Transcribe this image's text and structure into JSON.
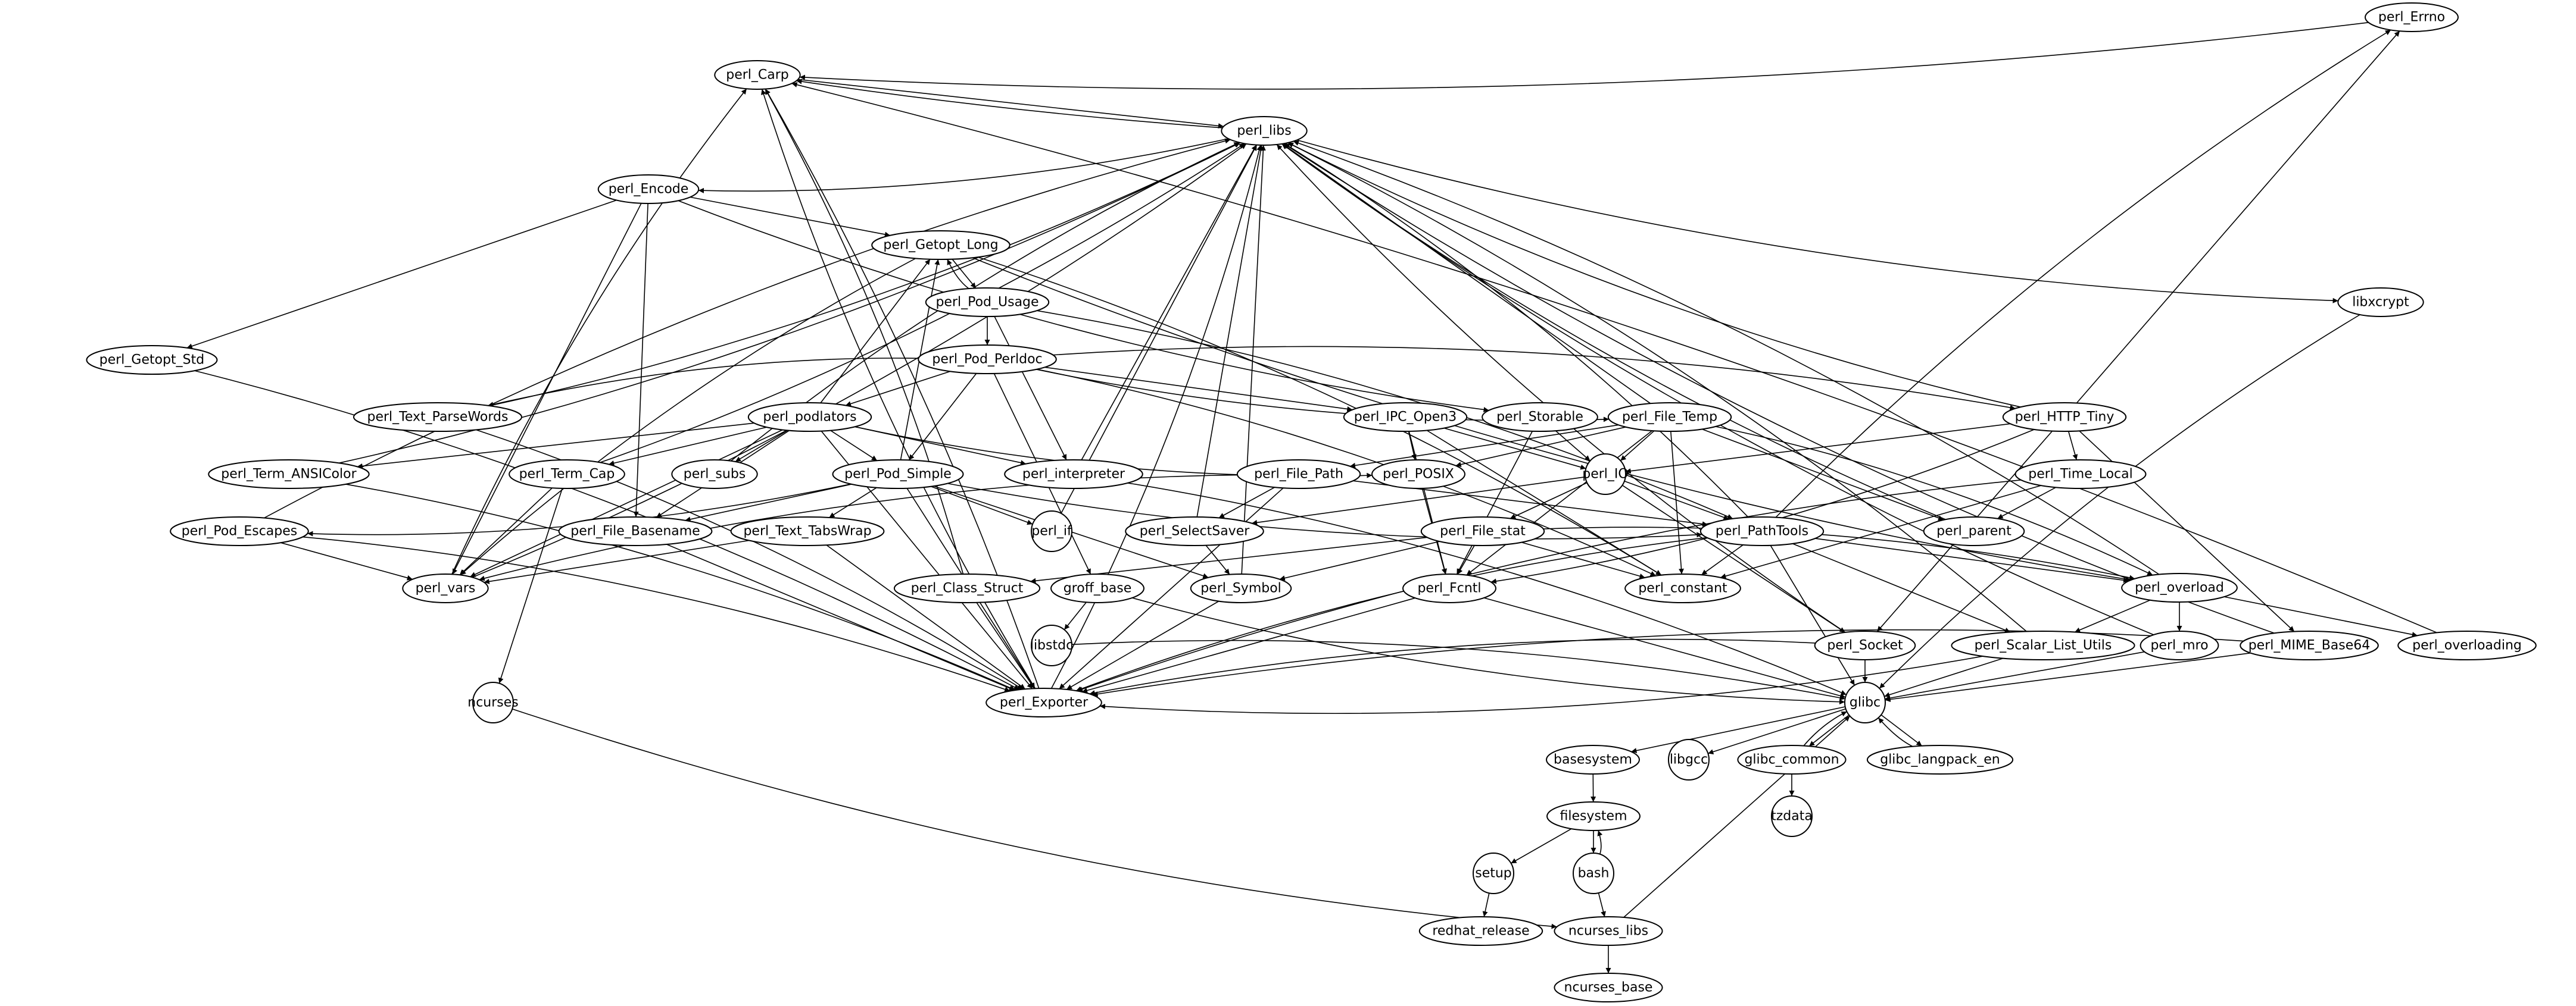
{
  "graph": {
    "type": "directed-dependency-graph",
    "nodes": [
      "perl_Errno",
      "perl_Carp",
      "perl_libs",
      "perl_Encode",
      "libxcrypt",
      "perl_Getopt_Long",
      "perl_Pod_Usage",
      "perl_Getopt_Std",
      "perl_Pod_Perldoc",
      "perl_Text_ParseWords",
      "perl_podlators",
      "perl_IPC_Open3",
      "perl_Storable",
      "perl_File_Temp",
      "perl_HTTP_Tiny",
      "perl_Term_ANSIColor",
      "perl_Term_Cap",
      "perl_subs",
      "perl_Pod_Simple",
      "perl_interpreter",
      "perl_File_Path",
      "perl_POSIX",
      "perl_IO",
      "perl_Time_Local",
      "perl_Pod_Escapes",
      "perl_File_Basename",
      "perl_Text_TabsWrap",
      "perl_if",
      "perl_SelectSaver",
      "perl_File_stat",
      "perl_PathTools",
      "perl_parent",
      "perl_vars",
      "perl_Class_Struct",
      "groff_base",
      "perl_Symbol",
      "perl_Fcntl",
      "perl_constant",
      "perl_overload",
      "libstdc",
      "perl_Socket",
      "perl_Scalar_List_Utils",
      "perl_mro",
      "perl_MIME_Base64",
      "perl_overloading",
      "ncurses",
      "perl_Exporter",
      "glibc",
      "basesystem",
      "libgcc",
      "glibc_common",
      "glibc_langpack_en",
      "filesystem",
      "tzdata",
      "setup",
      "bash",
      "redhat_release",
      "ncurses_libs",
      "ncurses_base"
    ],
    "edges": [
      [
        "perl_Errno",
        "perl_Carp"
      ],
      [
        "perl_Carp",
        "perl_libs"
      ],
      [
        "perl_libs",
        "perl_Encode"
      ],
      [
        "perl_libs",
        "libxcrypt"
      ],
      [
        "perl_Exporter",
        "perl_Carp"
      ],
      [
        "perl_Exporter",
        "perl_libs"
      ],
      [
        "perl_vars",
        "perl_Carp"
      ],
      [
        "perl_vars",
        "perl_libs"
      ],
      [
        "perl_Pod_Escapes",
        "perl_libs"
      ],
      [
        "perl_Pod_Escapes",
        "perl_vars"
      ],
      [
        "perl_Pod_Escapes",
        "perl_Exporter"
      ],
      [
        "perl_Term_ANSIColor",
        "perl_libs"
      ],
      [
        "perl_Term_ANSIColor",
        "perl_Exporter"
      ],
      [
        "perl_Text_ParseWords",
        "perl_libs"
      ],
      [
        "perl_Text_ParseWords",
        "perl_Exporter"
      ],
      [
        "perl_Term_Cap",
        "perl_libs"
      ],
      [
        "perl_Term_Cap",
        "perl_vars"
      ],
      [
        "perl_Term_Cap",
        "ncurses"
      ],
      [
        "perl_subs",
        "perl_libs"
      ],
      [
        "perl_Class_Struct",
        "perl_Carp"
      ],
      [
        "perl_Class_Struct",
        "perl_Exporter"
      ],
      [
        "perl_Encode",
        "perl_Getopt_Long"
      ],
      [
        "perl_Encode",
        "perl_Getopt_Std"
      ],
      [
        "perl_Encode",
        "perl_File_Basename"
      ],
      [
        "perl_Encode",
        "perl_vars"
      ],
      [
        "perl_Encode",
        "perl_Storable"
      ],
      [
        "perl_Getopt_Std",
        "perl_Exporter"
      ],
      [
        "perl_Getopt_Long",
        "perl_Pod_Usage"
      ],
      [
        "perl_Pod_Usage",
        "perl_Getopt_Long"
      ],
      [
        "perl_Getopt_Long",
        "perl_vars"
      ],
      [
        "perl_Getopt_Long",
        "perl_constant"
      ],
      [
        "perl_Getopt_Long",
        "perl_overload"
      ],
      [
        "perl_Pod_Usage",
        "perl_Pod_Perldoc"
      ],
      [
        "perl_Pod_Usage",
        "perl_interpreter"
      ],
      [
        "perl_Pod_Usage",
        "perl_PathTools"
      ],
      [
        "perl_Pod_Perldoc",
        "perl_Text_ParseWords"
      ],
      [
        "perl_Pod_Perldoc",
        "perl_podlators"
      ],
      [
        "perl_Pod_Perldoc",
        "perl_Pod_Simple"
      ],
      [
        "perl_Pod_Perldoc",
        "perl_IPC_Open3"
      ],
      [
        "perl_Pod_Perldoc",
        "perl_File_Temp"
      ],
      [
        "perl_Pod_Perldoc",
        "perl_HTTP_Tiny"
      ],
      [
        "perl_Pod_Perldoc",
        "groff_base"
      ],
      [
        "perl_Pod_Perldoc",
        "perl_constant"
      ],
      [
        "perl_podlators",
        "perl_Getopt_Long"
      ],
      [
        "perl_podlators",
        "perl_Term_ANSIColor"
      ],
      [
        "perl_podlators",
        "perl_Term_Cap"
      ],
      [
        "perl_podlators",
        "perl_subs"
      ],
      [
        "perl_podlators",
        "perl_Pod_Simple"
      ],
      [
        "perl_podlators",
        "perl_interpreter"
      ],
      [
        "perl_podlators",
        "perl_POSIX"
      ],
      [
        "perl_podlators",
        "perl_File_Basename"
      ],
      [
        "perl_podlators",
        "perl_vars"
      ],
      [
        "perl_podlators",
        "perl_Exporter"
      ],
      [
        "perl_Pod_Simple",
        "perl_Getopt_Long"
      ],
      [
        "perl_Pod_Simple",
        "perl_Pod_Escapes"
      ],
      [
        "perl_Pod_Simple",
        "perl_File_Basename"
      ],
      [
        "perl_Pod_Simple",
        "perl_Text_TabsWrap"
      ],
      [
        "perl_Pod_Simple",
        "perl_if"
      ],
      [
        "perl_Pod_Simple",
        "perl_Symbol"
      ],
      [
        "perl_Pod_Simple",
        "perl_PathTools"
      ],
      [
        "perl_Pod_Simple",
        "perl_Exporter"
      ],
      [
        "perl_interpreter",
        "perl_libs"
      ],
      [
        "perl_interpreter",
        "glibc"
      ],
      [
        "perl_Text_TabsWrap",
        "perl_vars"
      ],
      [
        "perl_Text_TabsWrap",
        "perl_Exporter"
      ],
      [
        "perl_File_Basename",
        "perl_Exporter"
      ],
      [
        "perl_if",
        "perl_libs"
      ],
      [
        "perl_SelectSaver",
        "perl_libs"
      ],
      [
        "perl_SelectSaver",
        "perl_Symbol"
      ],
      [
        "perl_Symbol",
        "perl_libs"
      ],
      [
        "perl_Symbol",
        "perl_Exporter"
      ],
      [
        "perl_IPC_Open3",
        "perl_POSIX"
      ],
      [
        "perl_IPC_Open3",
        "perl_IO"
      ],
      [
        "perl_IPC_Open3",
        "perl_Fcntl"
      ],
      [
        "perl_IPC_Open3",
        "perl_constant"
      ],
      [
        "perl_Storable",
        "perl_IO"
      ],
      [
        "perl_Storable",
        "perl_Fcntl"
      ],
      [
        "perl_File_Temp",
        "perl_libs"
      ],
      [
        "perl_File_Temp",
        "perl_File_Path"
      ],
      [
        "perl_File_Temp",
        "perl_POSIX"
      ],
      [
        "perl_File_Temp",
        "perl_IO"
      ],
      [
        "perl_File_Temp",
        "perl_Fcntl"
      ],
      [
        "perl_File_Temp",
        "perl_constant"
      ],
      [
        "perl_File_Temp",
        "perl_parent"
      ],
      [
        "perl_File_Temp",
        "perl_overload"
      ],
      [
        "perl_File_Path",
        "perl_vars"
      ],
      [
        "perl_File_Path",
        "perl_SelectSaver"
      ],
      [
        "perl_File_Path",
        "perl_PathTools"
      ],
      [
        "perl_File_Path",
        "perl_Exporter"
      ],
      [
        "perl_POSIX",
        "perl_Fcntl"
      ],
      [
        "perl_IO",
        "perl_SelectSaver"
      ],
      [
        "perl_IO",
        "perl_File_stat"
      ],
      [
        "perl_IO",
        "perl_PathTools"
      ],
      [
        "perl_IO",
        "perl_Socket"
      ],
      [
        "perl_File_stat",
        "perl_Class_Struct"
      ],
      [
        "perl_File_stat",
        "perl_Symbol"
      ],
      [
        "perl_File_stat",
        "perl_Fcntl"
      ],
      [
        "perl_File_stat",
        "perl_constant"
      ],
      [
        "perl_File_stat",
        "perl_overload"
      ],
      [
        "perl_PathTools",
        "perl_libs"
      ],
      [
        "perl_PathTools",
        "perl_Errno"
      ],
      [
        "perl_PathTools",
        "perl_constant"
      ],
      [
        "perl_PathTools",
        "perl_Scalar_List_Utils"
      ],
      [
        "perl_PathTools",
        "perl_Exporter"
      ],
      [
        "perl_PathTools",
        "glibc"
      ],
      [
        "perl_PathTools",
        "perl_overload"
      ],
      [
        "perl_HTTP_Tiny",
        "perl_libs"
      ],
      [
        "perl_HTTP_Tiny",
        "perl_Errno"
      ],
      [
        "perl_HTTP_Tiny",
        "perl_IO"
      ],
      [
        "perl_HTTP_Tiny",
        "perl_Time_Local"
      ],
      [
        "perl_HTTP_Tiny",
        "perl_Fcntl"
      ],
      [
        "perl_HTTP_Tiny",
        "perl_Socket"
      ],
      [
        "perl_HTTP_Tiny",
        "perl_MIME_Base64"
      ],
      [
        "perl_Time_Local",
        "perl_parent"
      ],
      [
        "perl_Time_Local",
        "perl_constant"
      ],
      [
        "perl_Time_Local",
        "perl_Exporter"
      ],
      [
        "perl_parent",
        "perl_libs"
      ],
      [
        "perl_overload",
        "perl_libs"
      ],
      [
        "perl_overload",
        "perl_Scalar_List_Utils"
      ],
      [
        "perl_overload",
        "perl_mro"
      ],
      [
        "perl_overload",
        "perl_overloading"
      ],
      [
        "perl_overloading",
        "perl_Carp"
      ],
      [
        "perl_Socket",
        "perl_libs"
      ],
      [
        "perl_Socket",
        "perl_Exporter"
      ],
      [
        "perl_Socket",
        "glibc"
      ],
      [
        "perl_Scalar_List_Utils",
        "perl_libs"
      ],
      [
        "perl_Scalar_List_Utils",
        "perl_Exporter"
      ],
      [
        "perl_Scalar_List_Utils",
        "glibc"
      ],
      [
        "perl_mro",
        "perl_libs"
      ],
      [
        "perl_mro",
        "glibc"
      ],
      [
        "perl_MIME_Base64",
        "perl_libs"
      ],
      [
        "perl_MIME_Base64",
        "perl_Exporter"
      ],
      [
        "perl_MIME_Base64",
        "glibc"
      ],
      [
        "perl_Fcntl",
        "perl_Exporter"
      ],
      [
        "perl_Fcntl",
        "glibc"
      ],
      [
        "perl_Exporter",
        "perl_Carp"
      ],
      [
        "groff_base",
        "libstdc"
      ],
      [
        "groff_base",
        "glibc"
      ],
      [
        "libstdc",
        "glibc"
      ],
      [
        "libxcrypt",
        "glibc"
      ],
      [
        "perl_libs",
        "perl_Carp"
      ],
      [
        "ncurses",
        "ncurses_libs"
      ],
      [
        "glibc",
        "basesystem"
      ],
      [
        "glibc",
        "libgcc"
      ],
      [
        "glibc",
        "glibc_common"
      ],
      [
        "glibc_common",
        "glibc"
      ],
      [
        "glibc",
        "glibc_langpack_en"
      ],
      [
        "glibc_langpack_en",
        "glibc"
      ],
      [
        "glibc_common",
        "tzdata"
      ],
      [
        "basesystem",
        "filesystem"
      ],
      [
        "filesystem",
        "setup"
      ],
      [
        "filesystem",
        "bash"
      ],
      [
        "bash",
        "filesystem"
      ],
      [
        "setup",
        "redhat_release"
      ],
      [
        "bash",
        "ncurses_libs"
      ],
      [
        "ncurses_libs",
        "ncurses_base"
      ],
      [
        "ncurses_libs",
        "glibc"
      ]
    ]
  }
}
